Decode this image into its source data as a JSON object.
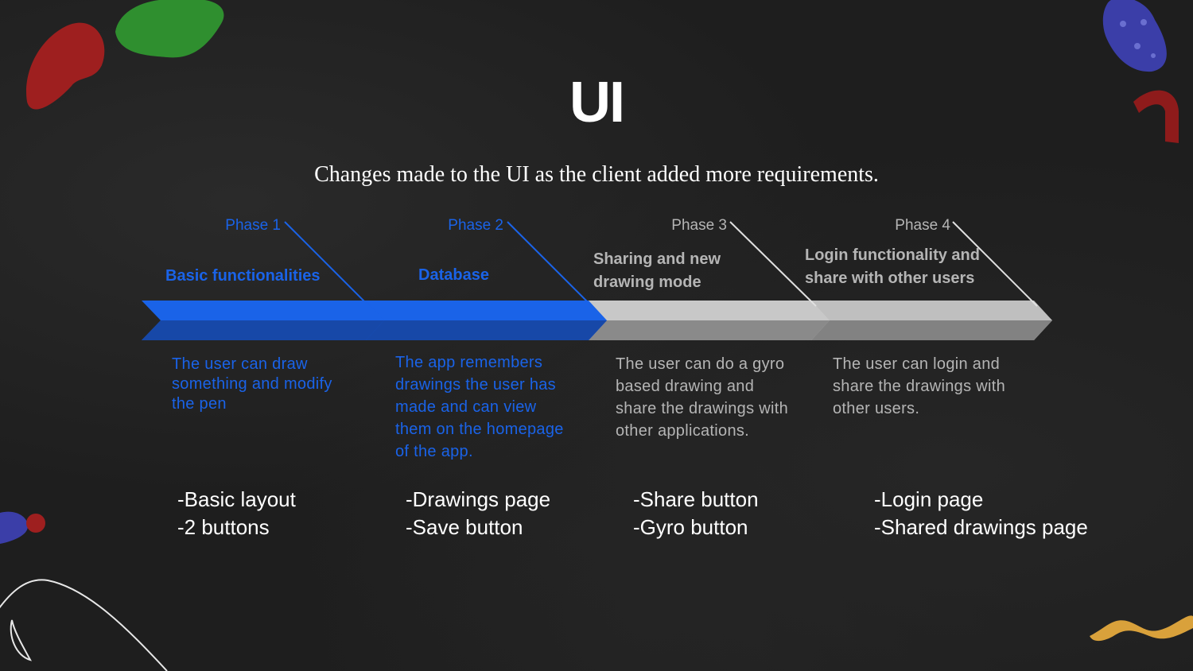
{
  "title": "UI",
  "subtitle": "Changes made to the UI as the client added more requirements.",
  "colors": {
    "active": "#1a63e8",
    "inactive": "#b5b5b5",
    "background": "#1e1e1e"
  },
  "phases": [
    {
      "label": "Phase 1",
      "heading": "Basic functionalities",
      "description": "The user can draw something and modify the pen",
      "features": [
        "-Basic layout",
        "-2 buttons"
      ]
    },
    {
      "label": "Phase 2",
      "heading": "Database",
      "description": "The app remembers drawings the user has made and can view them on the homepage of the app.",
      "features": [
        "-Drawings page",
        "-Save button"
      ]
    },
    {
      "label": "Phase 3",
      "heading": "Sharing and new drawing mode",
      "description": "The user can do a gyro based drawing and share the drawings with other applications.",
      "features": [
        "-Share button",
        "-Gyro button"
      ]
    },
    {
      "label": "Phase 4",
      "heading": "Login functionality and share with other users",
      "description": "The user can login and share the drawings with other users.",
      "features": [
        "-Login page",
        "-Shared drawings page"
      ]
    }
  ]
}
